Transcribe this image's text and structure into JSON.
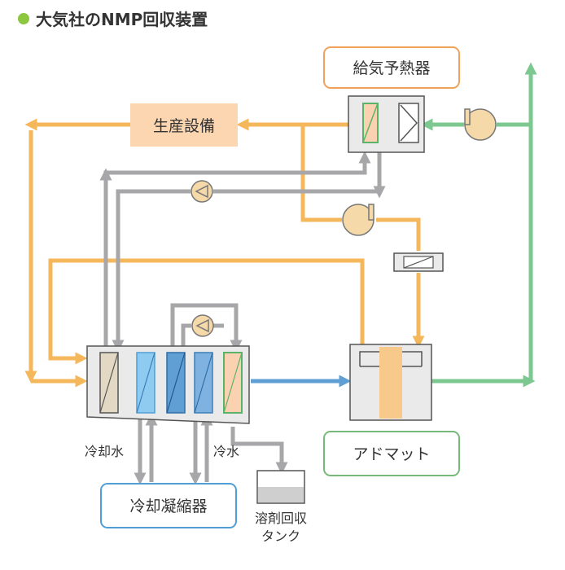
{
  "title": "大気社のNMP回収装置",
  "labels": {
    "preheater": "給気予熱器",
    "production": "生産設備",
    "adsorber": "アドマット",
    "condenser": "冷却凝縮器",
    "coolwater_left": "冷却水",
    "coolwater_right": "冷水",
    "tank_line1": "溶剤回収",
    "tank_line2": "タンク"
  },
  "colors": {
    "orange": "#f5b75c",
    "gray": "#a7a7a9",
    "green": "#7dc891",
    "blue": "#5f9fd3",
    "title_dot": "#8dc63f",
    "production_fill": "#fbd6b1",
    "preheater_border": "#f0a25a",
    "adsorber_border": "#77b97a",
    "condenser_border": "#4f9fd6"
  }
}
